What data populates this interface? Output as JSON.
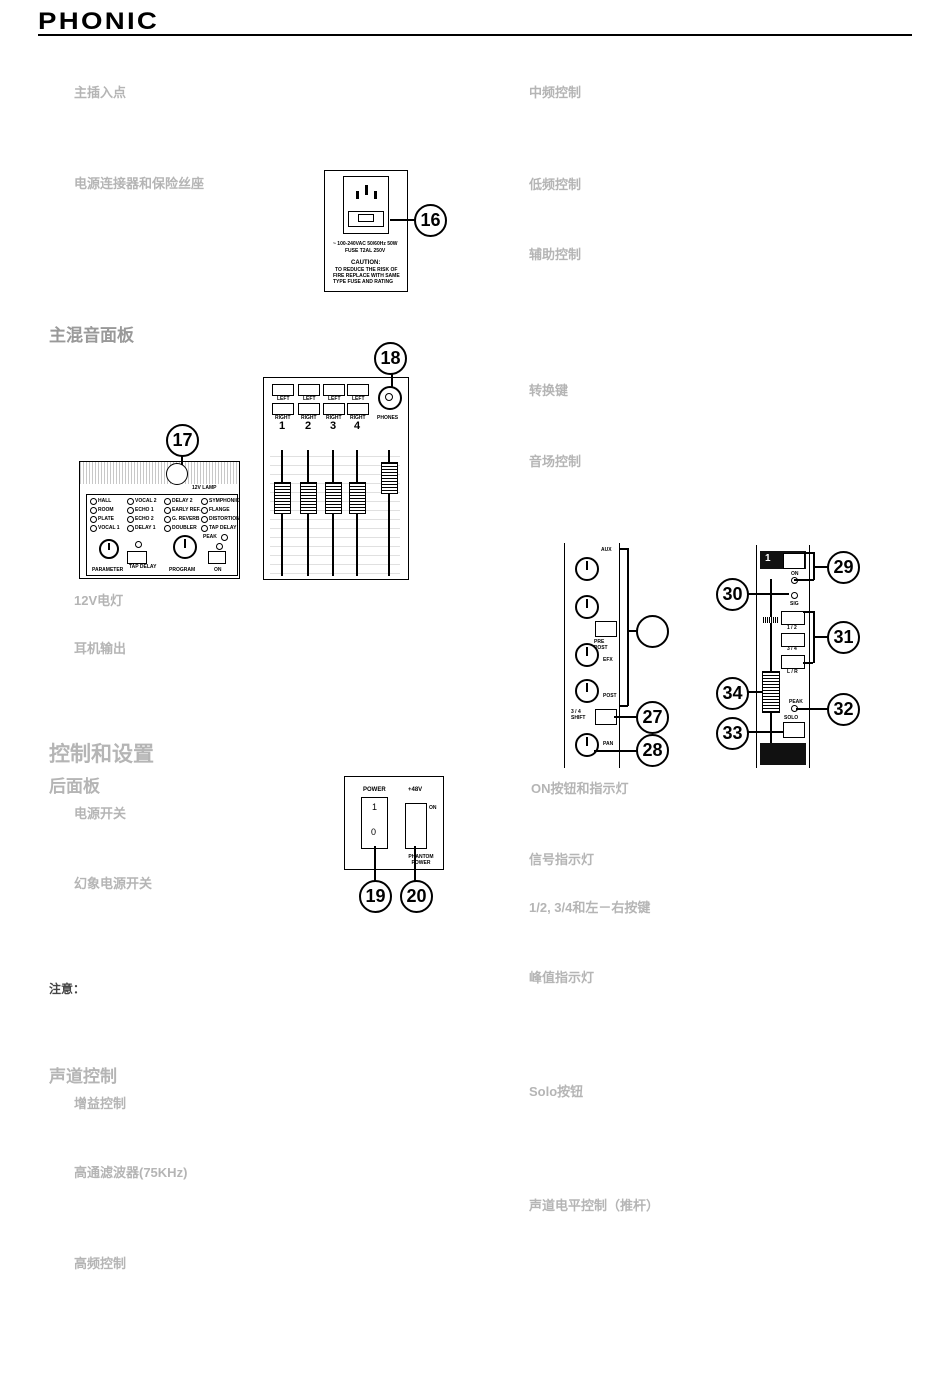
{
  "header": {
    "brand": "PHONIC"
  },
  "left_column": {
    "main_insert": "主插入点",
    "power_connector_fuse": "电源连接器和保险丝座",
    "master_section_title": "主混音面板",
    "lamp_12v": "12V电灯",
    "headphone_output": "耳机输出",
    "controls_settings_title": "控制和设置",
    "rear_panel_title": "后面板",
    "power_switch": "电源开关",
    "phantom_switch": "幻象电源开关",
    "note_label": "注意：",
    "channel_controls_title": "声道控制",
    "gain_control": "增益控制",
    "hpf_label": "高通滤波器(75KHz)",
    "treble_control": "高频控制"
  },
  "right_column": {
    "mid_control": "中频控制",
    "low_control": "低频控制",
    "aux_control": "辅助控制",
    "shift_key": "转换键",
    "pan_control": "音场控制",
    "on_button_indicator": "ON按钮和指示灯",
    "signal_indicator": "信号指示灯",
    "routing_keys": "1/2, 3/4和左－右按键",
    "peak_indicator": "峰值指示灯",
    "solo_button": "Solo按钮",
    "channel_level_fader": "声道电平控制（推杆）"
  },
  "fig_fuse": {
    "callout": "16",
    "voltage_line": "~ 100-240VAC 50/60Hz 50W",
    "fuse_line": "FUSE T2AL 250V",
    "caution_title": "CAUTION:",
    "caution_text1": "TO REDUCE THE RISK OF",
    "caution_text2": "FIRE REPLACE WITH SAME",
    "caution_text3": "TYPE FUSE AND RATING"
  },
  "fig_effects": {
    "callout": "17",
    "lamp_label": "12V LAMP",
    "presets": [
      "HALL",
      "ROOM",
      "PLATE",
      "VOCAL 1",
      "VOCAL 2",
      "ECHO 1",
      "ECHO 2",
      "DELAY 1",
      "DELAY 2",
      "EARLY REF.",
      "G. REVERB",
      "DOUBLER",
      "SYMPHONIC",
      "FLANGE",
      "DISTORTION",
      "TAP DELAY"
    ],
    "parameter_label": "PARAMETER",
    "tap_delay_label": "TAP DELAY",
    "program_label": "PROGRAM",
    "on_label": "ON",
    "peak_label": "PEAK"
  },
  "fig_master": {
    "callout": "18",
    "left_label": "LEFT",
    "right_label": "RIGHT",
    "group_numbers": [
      "1",
      "2",
      "3",
      "4"
    ],
    "phones_label": "PHONES"
  },
  "fig_switches": {
    "callout_power": "19",
    "callout_phantom": "20",
    "power_label": "POWER",
    "phantom_top_label": "+48V",
    "on_label": "ON",
    "one_label": "1",
    "zero_label": "0",
    "phantom_label": "PHANTOM POWER"
  },
  "fig_channel_aux": {
    "aux_label": "AUX",
    "pre_post_label": "PRE POST",
    "efx_label": "EFX",
    "post_label": "POST",
    "shift_label": "3 / 4 SHIFT",
    "pan_label": "PAN",
    "callout_shift": "27",
    "callout_pan": "28"
  },
  "fig_channel_strip": {
    "channel_number": "1",
    "on_label": "ON",
    "sig_label": "SIG",
    "route_12": "1 / 2",
    "route_34": "3 / 4",
    "route_lr": "L / R",
    "peak_label": "PEAK",
    "solo_label": "SOLO",
    "callout_on": "29",
    "callout_sig": "30",
    "callout_route": "31",
    "callout_peak": "32",
    "callout_solo": "33",
    "callout_fader": "34"
  }
}
